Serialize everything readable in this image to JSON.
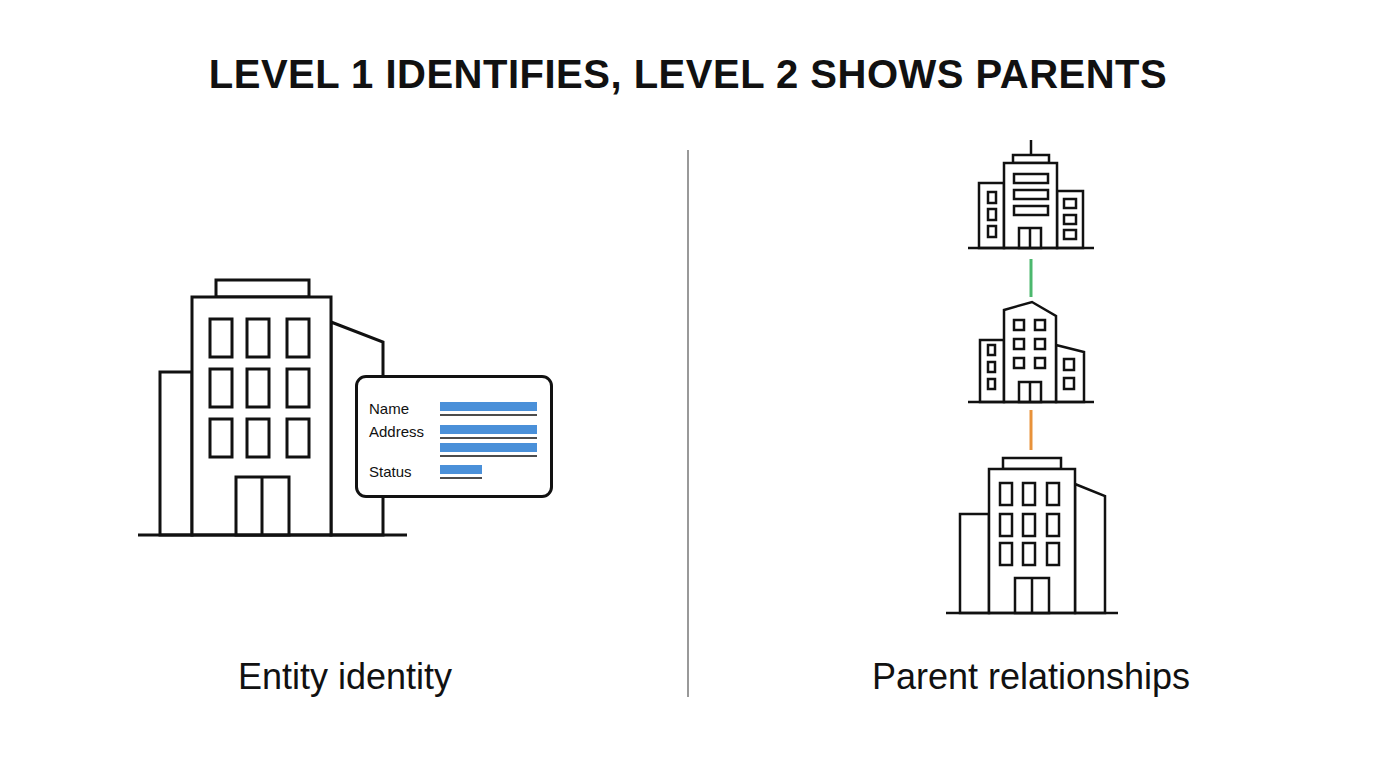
{
  "diagram": {
    "title": "LEVEL 1 IDENTIFIES, LEVEL 2 SHOWS PARENTS",
    "nodes": [
      {
        "text": [
          "Name",
          "Address",
          "Status"
        ]
      }
    ],
    "labels": [
      "Entity identity",
      "Parent relationships"
    ]
  }
}
